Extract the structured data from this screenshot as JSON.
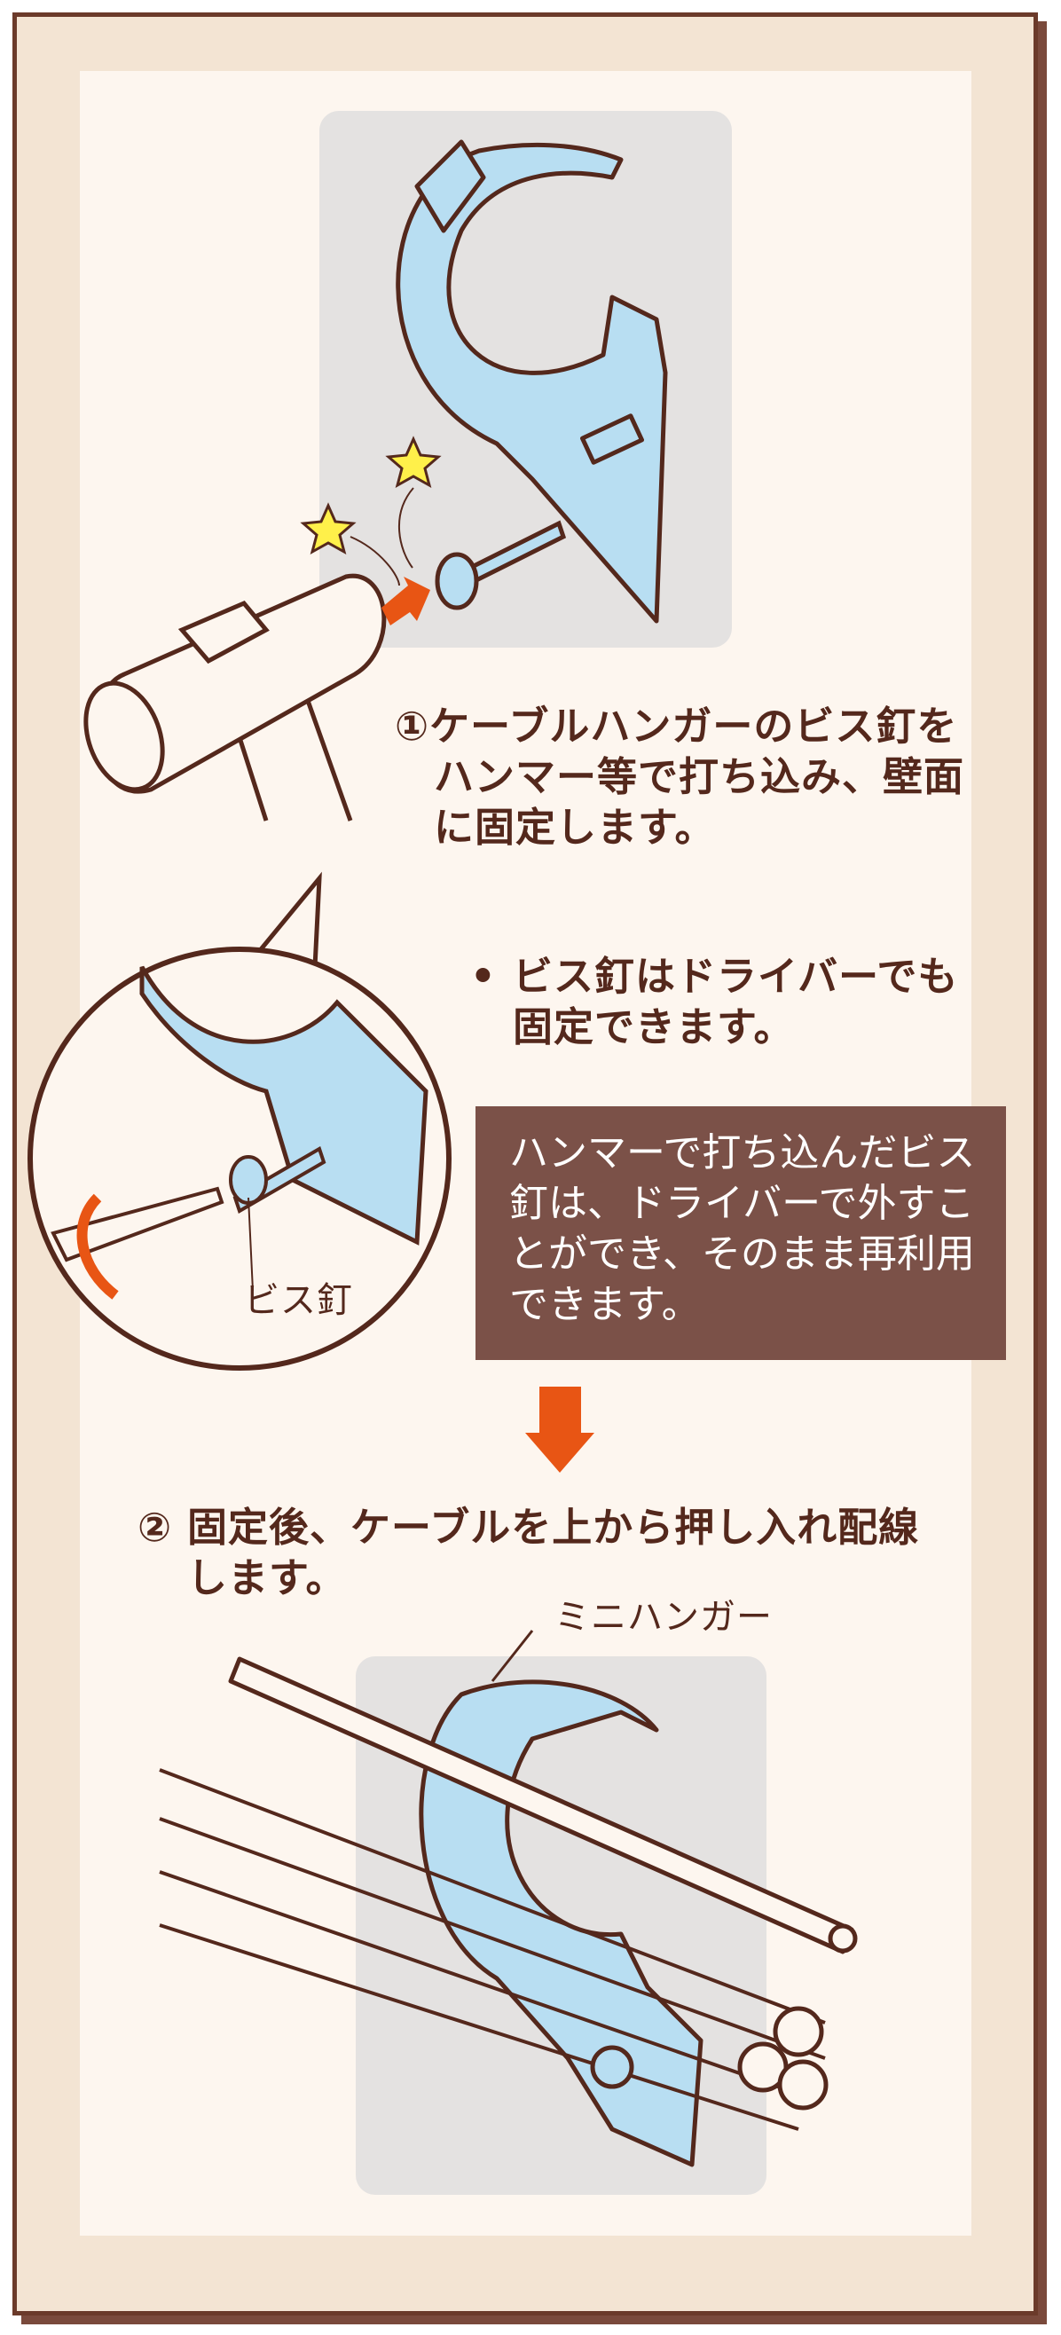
{
  "step1": {
    "number": "①",
    "lines": [
      "ケーブルハンガーのビス釘を",
      "ハンマー等で打ち込み、壁面",
      "に固定します。"
    ]
  },
  "tip": {
    "bullet": "•",
    "lines": [
      "ビス釘はドライバーでも",
      "固定できます。"
    ]
  },
  "callout_label": "ビス釘",
  "note": {
    "lines": [
      "ハンマーで打ち込んだビス",
      "釘は、ドライバーで外すこ",
      "とができ、そのまま再利用",
      "できます。"
    ]
  },
  "step2": {
    "number": "②",
    "lines": [
      "固定後、ケーブルを上から押し入れ配線",
      "します。"
    ]
  },
  "hanger_label": "ミニハンガー",
  "colors": {
    "border": "#6b3a2a",
    "frame": "#f3e4d3",
    "panel": "#fdf6ef",
    "note_bg": "#7b5148",
    "accent": "#e85514",
    "hanger": "#b8def2",
    "text": "#54281c"
  }
}
